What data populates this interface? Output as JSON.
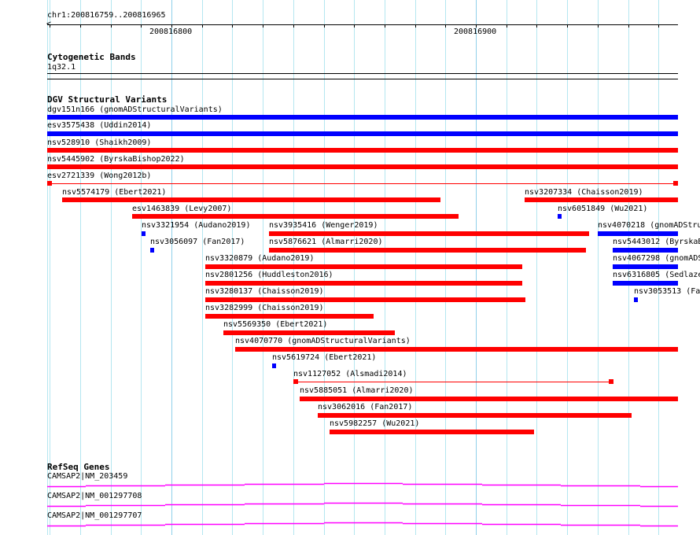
{
  "ruler": {
    "location": "chr1:200816759..200816965",
    "arrow": "<",
    "ticks": [
      "200816800",
      "200816900"
    ]
  },
  "cytobands": {
    "title": "Cytogenetic Bands",
    "band": "1q32.1"
  },
  "dgv": {
    "title": "DGV Structural Variants",
    "colors": {
      "loss": "#ff0000",
      "gain": "#0000ff"
    },
    "features": [
      {
        "label": "dgv151n166 (gnomADStructuralVariants)",
        "color": "#0000ff"
      },
      {
        "label": "esv3575438 (Uddin2014)",
        "color": "#0000ff"
      },
      {
        "label": "nsv528910 (Shaikh2009)",
        "color": "#ff0000"
      },
      {
        "label": "nsv5445902 (ByrskaBishop2022)",
        "color": "#ff0000"
      },
      {
        "label": "esv2721339 (Wong2012b)",
        "color": "#ff0000"
      },
      {
        "label": "nsv5574179 (Ebert2021)",
        "color": "#ff0000"
      },
      {
        "label": "nsv3207334 (Chaisson2019)",
        "color": "#ff0000"
      },
      {
        "label": "esv1463839 (Levy2007)",
        "color": "#ff0000"
      },
      {
        "label": "nsv6051849 (Wu2021)",
        "color": "#0000ff"
      },
      {
        "label": "nsv3321954 (Audano2019)",
        "color": "#0000ff"
      },
      {
        "label": "nsv3935416 (Wenger2019)",
        "color": "#ff0000"
      },
      {
        "label": "nsv4070218 (gnomADStru",
        "color": "#0000ff"
      },
      {
        "label": "nsv3056097 (Fan2017)",
        "color": "#0000ff"
      },
      {
        "label": "nsv5876621 (Almarri2020)",
        "color": "#ff0000"
      },
      {
        "label": "nsv5443012 (ByrskaB",
        "color": "#0000ff"
      },
      {
        "label": "nsv3320879 (Audano2019)",
        "color": "#ff0000"
      },
      {
        "label": "nsv4067298 (gnomADS",
        "color": "#0000ff"
      },
      {
        "label": "nsv2801256 (Huddleston2016)",
        "color": "#ff0000"
      },
      {
        "label": "nsv6316805 (Sedlaze",
        "color": "#0000ff"
      },
      {
        "label": "nsv3280137 (Chaisson2019)",
        "color": "#ff0000"
      },
      {
        "label": "nsv3053513 (Fa",
        "color": "#0000ff"
      },
      {
        "label": "nsv3282999 (Chaisson2019)",
        "color": "#ff0000"
      },
      {
        "label": "nsv5569350 (Ebert2021)",
        "color": "#ff0000"
      },
      {
        "label": "nsv4070770 (gnomADStructuralVariants)",
        "color": "#ff0000"
      },
      {
        "label": "nsv5619724 (Ebert2021)",
        "color": "#0000ff"
      },
      {
        "label": "nsv1127052 (Alsmadi2014)",
        "color": "#ff0000"
      },
      {
        "label": "nsv5885051 (Almarri2020)",
        "color": "#ff0000"
      },
      {
        "label": "nsv3062016 (Fan2017)",
        "color": "#ff0000"
      },
      {
        "label": "nsv5982257 (Wu2021)",
        "color": "#ff0000"
      }
    ]
  },
  "refseq": {
    "title": "RefSeq Genes",
    "color": "#ff00ff",
    "genes": [
      {
        "label": "CAMSAP2|NM_203459"
      },
      {
        "label": "CAMSAP2|NM_001297708"
      },
      {
        "label": "CAMSAP2|NM_001297707"
      }
    ]
  }
}
